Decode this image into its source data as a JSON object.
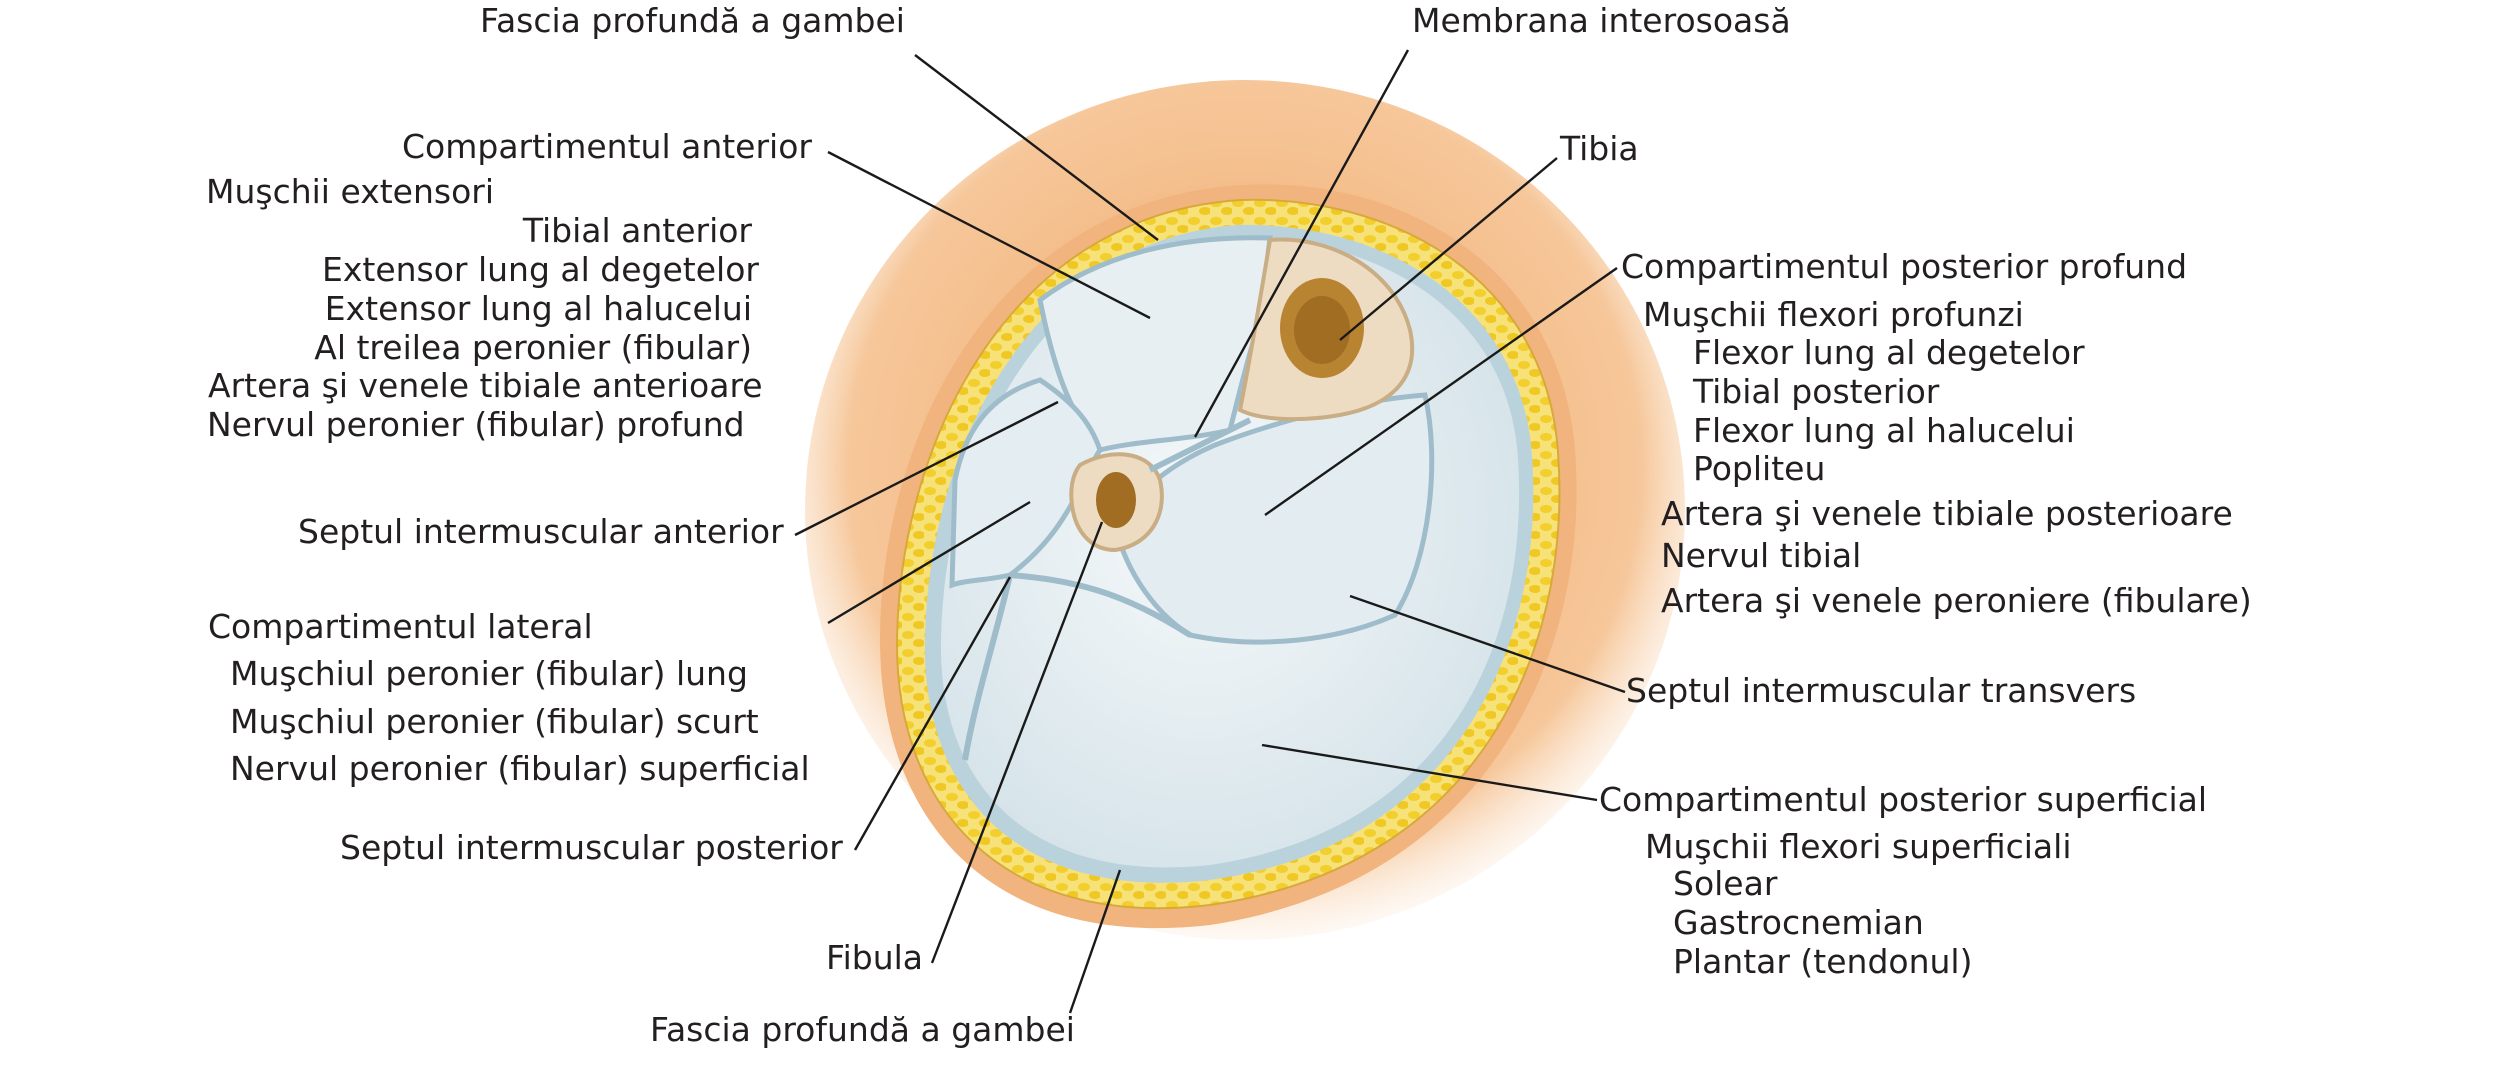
{
  "labels": {
    "fascia_top": "Fascia profundă a gambei",
    "membrana": "Membrana interosoasă",
    "tibia": "Tibia",
    "comp_anterior": "Compartimentul anterior",
    "anterior_items": [
      "Muşchii extensori",
      "Tibial anterior",
      "Extensor lung al degetelor",
      "Extensor lung al halucelui",
      "Al treilea peronier (fibular)",
      "Artera şi venele tibiale anterioare",
      "Nervul peronier (fibular) profund"
    ],
    "septul_anterior": "Septul intermuscular anterior",
    "comp_lateral": "Compartimentul lateral",
    "lateral_items": [
      "Muşchiul peronier (fibular) lung",
      "Muşchiul peronier (fibular) scurt",
      "Nervul peronier (fibular) superficial"
    ],
    "septul_posterior": "Septul intermuscular posterior",
    "fibula": "Fibula",
    "fascia_bottom": "Fascia profundă a gambei",
    "comp_post_profund": "Compartimentul posterior profund",
    "profund_items": [
      "Muşchii flexori profunzi",
      "Flexor lung al degetelor",
      "Tibial posterior",
      "Flexor lung al halucelui",
      "Popliteu",
      "Artera şi venele tibiale posterioare",
      "Nervul tibial",
      "Artera şi venele peroniere (fibulare)"
    ],
    "septul_transvers": "Septul intermuscular transvers",
    "comp_post_superficial": "Compartimentul posterior superficial",
    "superficial_items": [
      "Muşchii flexori superficiali",
      "Solear",
      "Gastrocnemian",
      "Plantar (tendonul)"
    ]
  },
  "colors": {
    "skin": "#f3b37d",
    "fat": "#f5d84a",
    "fascia": "#b9d2dc",
    "muscle": "#e9f0f3",
    "bone": "#e9d3b5",
    "marrow": "#b07a2a",
    "line": "#1a1a1a"
  }
}
